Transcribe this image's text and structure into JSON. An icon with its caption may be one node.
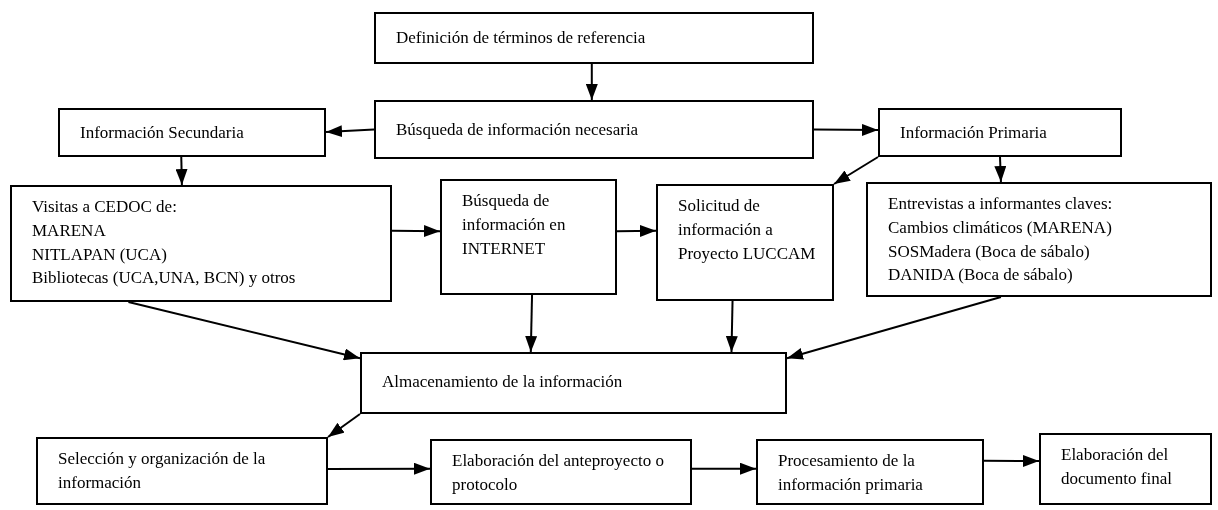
{
  "diagram": {
    "nodes": [
      {
        "text": [
          "Definición de términos de referencia"
        ]
      },
      {
        "text": [
          "Búsqueda de información necesaria"
        ]
      },
      {
        "text": [
          "Información Secundaria"
        ]
      },
      {
        "text": [
          "Información Primaria"
        ]
      },
      {
        "text": [
          "Visitas a CEDOC de:",
          "MARENA",
          "NITLAPAN (UCA)",
          "Bibliotecas (UCA,UNA, BCN) y otros"
        ]
      },
      {
        "text": [
          "Búsqueda de información en INTERNET"
        ]
      },
      {
        "text": [
          "Solicitud de información a Proyecto LUCCAM"
        ]
      },
      {
        "text": [
          "Entrevistas a informantes claves:",
          "Cambios climáticos (MARENA)",
          "SOSMadera (Boca de sábalo)",
          "DANIDA (Boca de sábalo)"
        ]
      },
      {
        "text": [
          "Almacenamiento de la información"
        ]
      },
      {
        "text": [
          "Selección y organización de la información"
        ]
      },
      {
        "text": [
          "Elaboración del anteproyecto o protocolo"
        ]
      },
      {
        "text": [
          "Procesamiento de la información primaria"
        ]
      },
      {
        "text": [
          "Elaboración del documento final"
        ]
      }
    ],
    "edges": [
      {
        "from": 0,
        "to": 1,
        "arrow": "to"
      },
      {
        "from": 1,
        "to": 2,
        "arrow": "to"
      },
      {
        "from": 1,
        "to": 3,
        "arrow": "to"
      },
      {
        "from": 2,
        "to": 4,
        "arrow": "to"
      },
      {
        "from": 3,
        "to": 6,
        "arrow": "to"
      },
      {
        "from": 3,
        "to": 7,
        "arrow": "to"
      },
      {
        "from": 4,
        "to": 5,
        "arrow": "to"
      },
      {
        "from": 5,
        "to": 6,
        "arrow": "to"
      },
      {
        "from": 4,
        "to": 8,
        "arrow": "to"
      },
      {
        "from": 5,
        "to": 8,
        "arrow": "to"
      },
      {
        "from": 6,
        "to": 8,
        "arrow": "to"
      },
      {
        "from": 7,
        "to": 8,
        "arrow": "to"
      },
      {
        "from": 8,
        "to": 9,
        "arrow": "to"
      },
      {
        "from": 9,
        "to": 10,
        "arrow": "to"
      },
      {
        "from": 10,
        "to": 11,
        "arrow": "to"
      },
      {
        "from": 11,
        "to": 12,
        "arrow": "to"
      }
    ]
  }
}
